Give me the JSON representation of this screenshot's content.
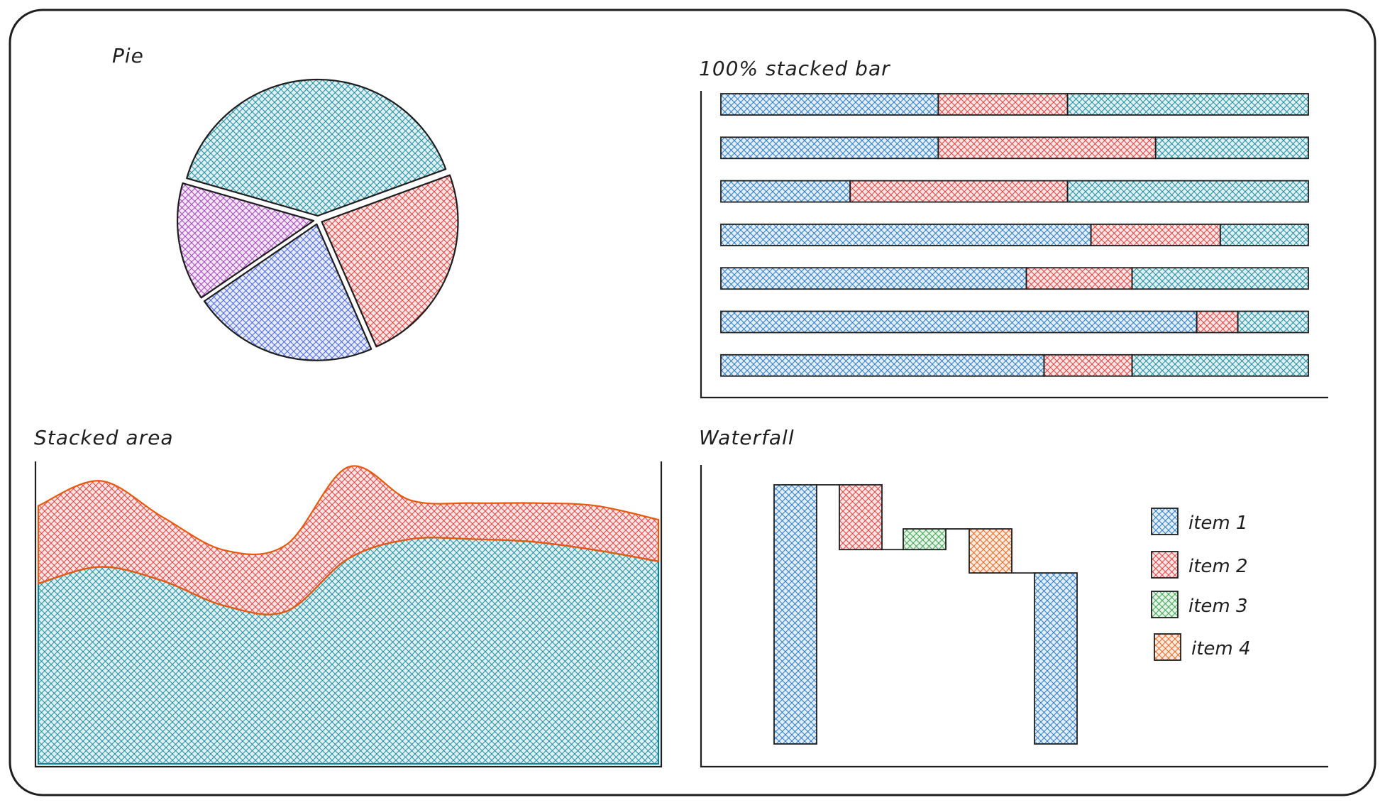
{
  "colors": {
    "ink": "#1e1e1e",
    "blue": "#1971c2",
    "red": "#e03131",
    "teal": "#0c8599",
    "purple": "#9c36b5",
    "indigo": "#3b5bdb",
    "green": "#2f9e44",
    "orange": "#e8590c",
    "area_top_stroke": "#e8590c"
  },
  "chart_data": [
    {
      "type": "pie",
      "title": "Pie",
      "slices": [
        {
          "value": 40,
          "color": "teal"
        },
        {
          "value": 24,
          "color": "red"
        },
        {
          "value": 22,
          "color": "indigo"
        },
        {
          "value": 14,
          "color": "purple"
        }
      ]
    },
    {
      "type": "bar",
      "subtype": "100% stacked horizontal",
      "title": "100% stacked bar",
      "series": [
        {
          "color": "blue",
          "values": [
            37,
            37,
            22,
            63,
            52,
            81,
            55
          ]
        },
        {
          "color": "red",
          "values": [
            22,
            37,
            37,
            22,
            18,
            7,
            15
          ]
        },
        {
          "color": "teal",
          "values": [
            41,
            26,
            41,
            15,
            30,
            12,
            30
          ]
        }
      ]
    },
    {
      "type": "area",
      "subtype": "stacked",
      "title": "Stacked area",
      "x": [
        0,
        1,
        2,
        3,
        4,
        5,
        6,
        7,
        8,
        9,
        10
      ],
      "series": [
        {
          "color": "teal",
          "values": [
            66,
            72,
            67,
            58,
            56,
            75,
            82,
            82,
            81,
            78,
            74
          ]
        },
        {
          "color": "red",
          "values": [
            28,
            31,
            23,
            20,
            24,
            33,
            14,
            13,
            14,
            16,
            15
          ]
        }
      ]
    },
    {
      "type": "bar",
      "subtype": "waterfall",
      "title": "Waterfall",
      "steps": [
        {
          "label": "item 1",
          "kind": "total",
          "value": 100,
          "color": "blue"
        },
        {
          "label": "item 2",
          "kind": "delta",
          "value": -25,
          "color": "red"
        },
        {
          "label": "item 3",
          "kind": "delta",
          "value": 8,
          "color": "green"
        },
        {
          "label": "item 4",
          "kind": "delta",
          "value": -17,
          "color": "orange"
        },
        {
          "label": "item 1",
          "kind": "total",
          "value": 66,
          "color": "blue"
        }
      ],
      "legend": [
        {
          "label": "item 1",
          "color": "blue"
        },
        {
          "label": "item 2",
          "color": "red"
        },
        {
          "label": "item 3",
          "color": "green"
        },
        {
          "label": "item 4",
          "color": "orange"
        }
      ],
      "legend_position": "right"
    }
  ]
}
